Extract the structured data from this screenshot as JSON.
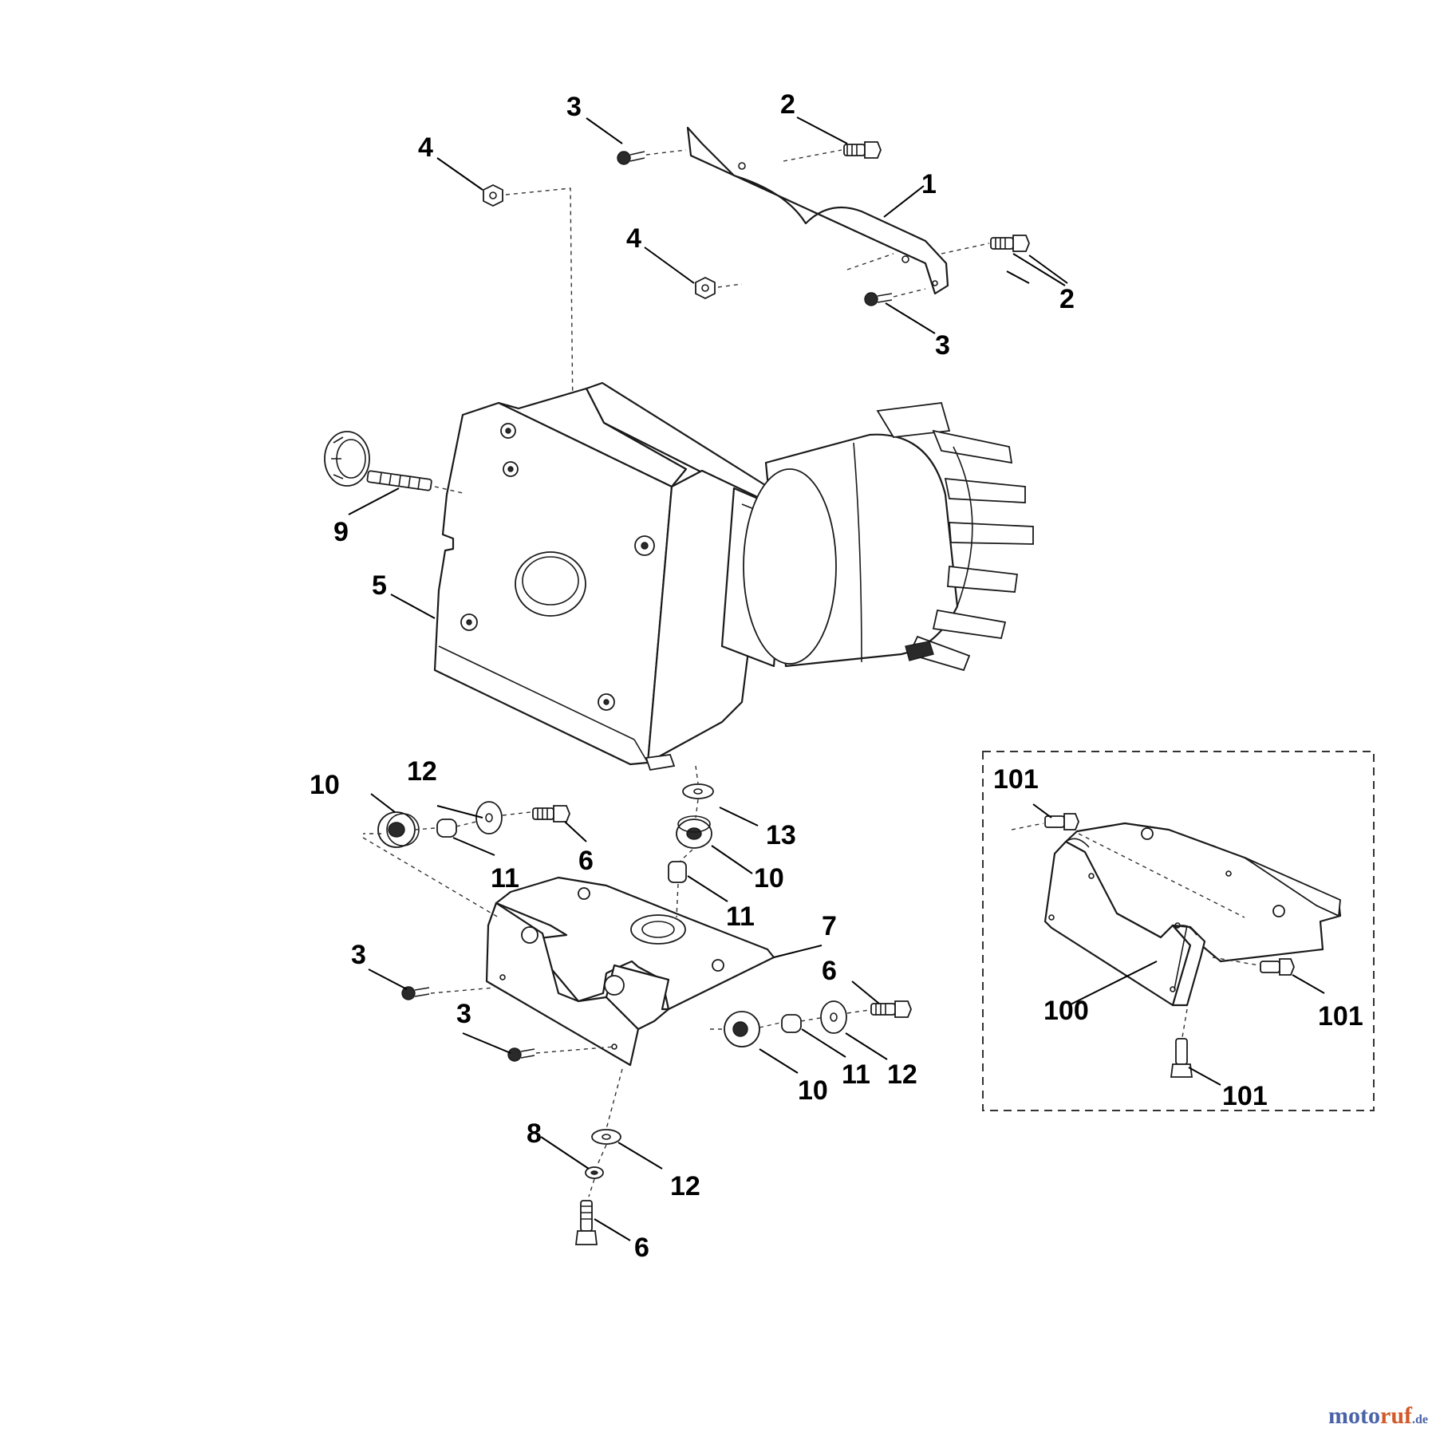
{
  "diagram": {
    "callouts": [
      {
        "id": "c1",
        "text": "1"
      },
      {
        "id": "c2a",
        "text": "2"
      },
      {
        "id": "c2b",
        "text": "2"
      },
      {
        "id": "c3a",
        "text": "3"
      },
      {
        "id": "c3b",
        "text": "3"
      },
      {
        "id": "c3c",
        "text": "3"
      },
      {
        "id": "c3d",
        "text": "3"
      },
      {
        "id": "c4a",
        "text": "4"
      },
      {
        "id": "c4b",
        "text": "4"
      },
      {
        "id": "c5",
        "text": "5"
      },
      {
        "id": "c6a",
        "text": "6"
      },
      {
        "id": "c6b",
        "text": "6"
      },
      {
        "id": "c6c",
        "text": "6"
      },
      {
        "id": "c7",
        "text": "7"
      },
      {
        "id": "c8",
        "text": "8"
      },
      {
        "id": "c9",
        "text": "9"
      },
      {
        "id": "c10a",
        "text": "10"
      },
      {
        "id": "c10b",
        "text": "10"
      },
      {
        "id": "c10c",
        "text": "10"
      },
      {
        "id": "c11a",
        "text": "11"
      },
      {
        "id": "c11b",
        "text": "11"
      },
      {
        "id": "c11c",
        "text": "11"
      },
      {
        "id": "c12a",
        "text": "12"
      },
      {
        "id": "c12b",
        "text": "12"
      },
      {
        "id": "c12c",
        "text": "12"
      },
      {
        "id": "c13",
        "text": "13"
      },
      {
        "id": "c100",
        "text": "100"
      },
      {
        "id": "c101a",
        "text": "101"
      },
      {
        "id": "c101b",
        "text": "101"
      },
      {
        "id": "c101c",
        "text": "101"
      }
    ]
  },
  "brand": {
    "part1": "moto",
    "part2": "ruf",
    "part3": ".de"
  }
}
